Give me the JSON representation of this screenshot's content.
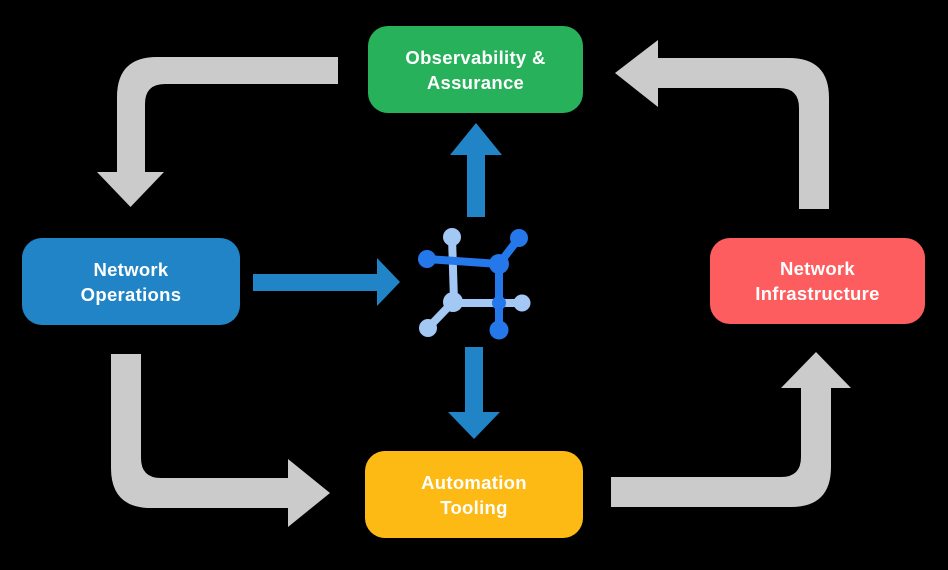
{
  "canvas": {
    "background": "#000000"
  },
  "nodes": [
    {
      "id": "observability",
      "lines": [
        "Observability &",
        "Assurance"
      ],
      "color": "#27b15a"
    },
    {
      "id": "network-operations",
      "lines": [
        "Network",
        "Operations"
      ],
      "color": "#2184c6"
    },
    {
      "id": "network-infrastructure",
      "lines": [
        "Network",
        "Infrastructure"
      ],
      "color": "#fd5d5e"
    },
    {
      "id": "automation-tooling",
      "lines": [
        "Automation",
        "Tooling"
      ],
      "color": "#fdb914"
    }
  ],
  "center_icon": {
    "name": "network-automation-icon",
    "dark_color": "#2578ea",
    "light_color": "#a3c8f4"
  },
  "arrows": {
    "cycle_color": "#cbcbcb",
    "center_color": "#2184c6",
    "cycle": [
      {
        "from": "observability",
        "to": "network-operations",
        "shape": "elbow-down"
      },
      {
        "from": "network-operations",
        "to": "automation-tooling",
        "shape": "elbow-right"
      },
      {
        "from": "automation-tooling",
        "to": "network-infrastructure",
        "shape": "elbow-up"
      },
      {
        "from": "network-infrastructure",
        "to": "observability",
        "shape": "elbow-left"
      }
    ],
    "center": [
      {
        "from": "network-operations",
        "to": "center-icon",
        "direction": "right"
      },
      {
        "from": "center-icon",
        "to": "observability",
        "direction": "up"
      },
      {
        "from": "center-icon",
        "to": "automation-tooling",
        "direction": "down"
      }
    ]
  }
}
